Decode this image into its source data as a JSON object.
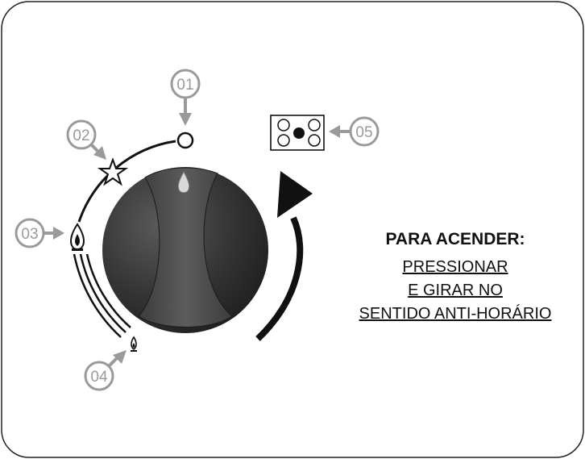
{
  "callouts": [
    {
      "id": "01",
      "label": "01",
      "meaning": "off-position"
    },
    {
      "id": "02",
      "label": "02",
      "meaning": "ignition-star"
    },
    {
      "id": "03",
      "label": "03",
      "meaning": "max-flame"
    },
    {
      "id": "04",
      "label": "04",
      "meaning": "min-flame"
    },
    {
      "id": "05",
      "label": "05",
      "meaning": "burner-indicator"
    }
  ],
  "instructions": {
    "title": "PARA ACENDER:",
    "lines": [
      "PRESSIONAR",
      "E GIRAR NO",
      "SENTIDO ANTI-HORÁRIO"
    ]
  },
  "colors": {
    "knob_dark": "#2a2a2a",
    "knob_mid": "#4a4a4a",
    "callout_gray": "#9a9a9a",
    "line": "#111111"
  },
  "icons": [
    "off-circle-icon",
    "star-icon",
    "large-flame-icon",
    "small-flame-icon",
    "burner-layout-icon",
    "counterclockwise-arrow-icon",
    "flame-drop-icon"
  ]
}
